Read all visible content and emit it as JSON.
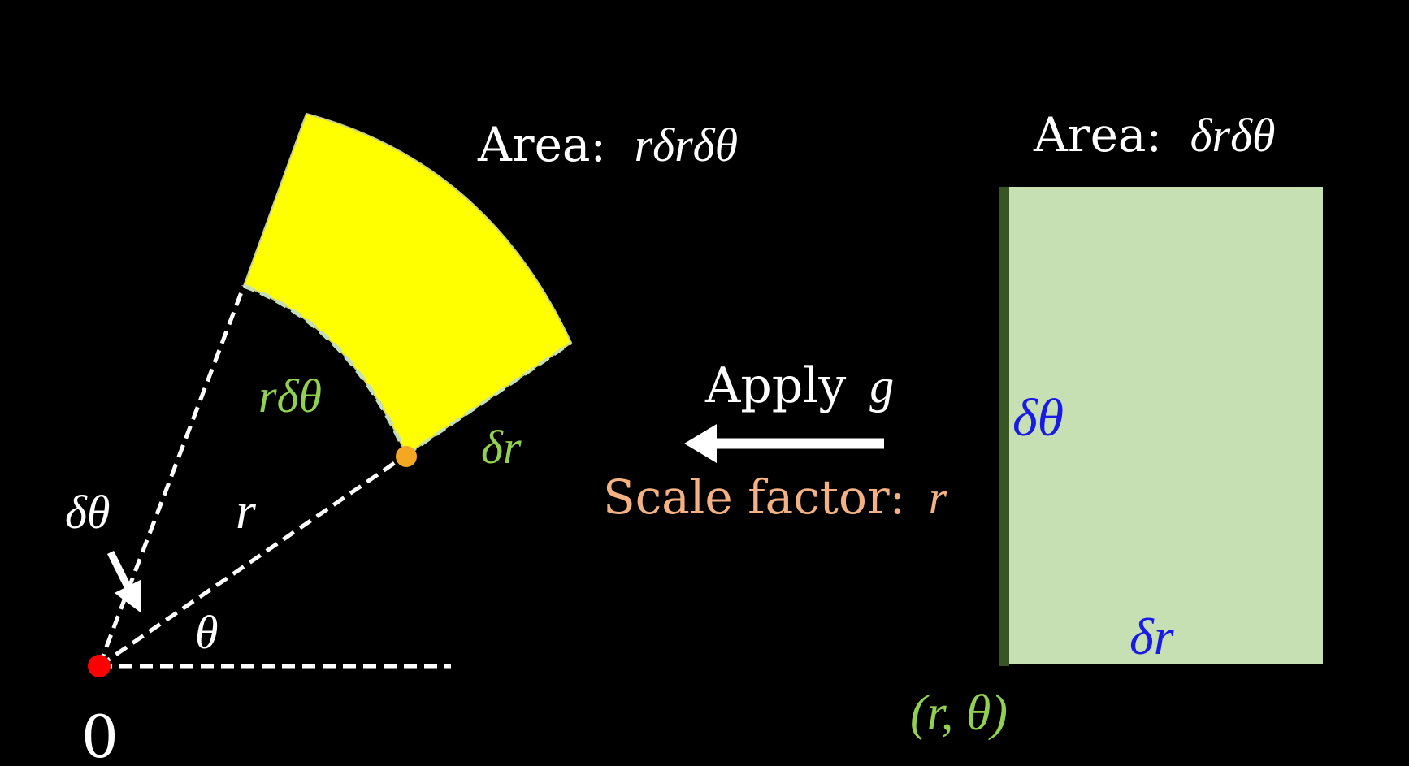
{
  "colors": {
    "background": "#000000",
    "sector_fill": "#ffff00",
    "rect_fill": "#c6e0b4",
    "rect_edge": "#375623",
    "label_white": "#ffffff",
    "label_green": "#92d050",
    "label_blue": "#1a1ae6",
    "label_orange": "#f4b183",
    "origin_point": "#ff0000",
    "sample_point": "#f5a623",
    "guide_line": "#ffffff"
  },
  "left_diagram": {
    "area_label_prefix": "Area:",
    "area_label_expr": "rδrδθ",
    "arc_label": "rδθ",
    "radial_label": "δr",
    "radius_label": "r",
    "angle_small_label": "δθ",
    "angle_label": "θ",
    "origin_label": "0"
  },
  "transform": {
    "apply_prefix": "Apply",
    "apply_symbol": "g",
    "scale_prefix": "Scale factor:",
    "scale_symbol": "r"
  },
  "right_diagram": {
    "area_label_prefix": "Area:",
    "area_label_expr": "δrδθ",
    "height_label": "δθ",
    "width_label": "δr",
    "corner_label": "(r, θ)"
  }
}
